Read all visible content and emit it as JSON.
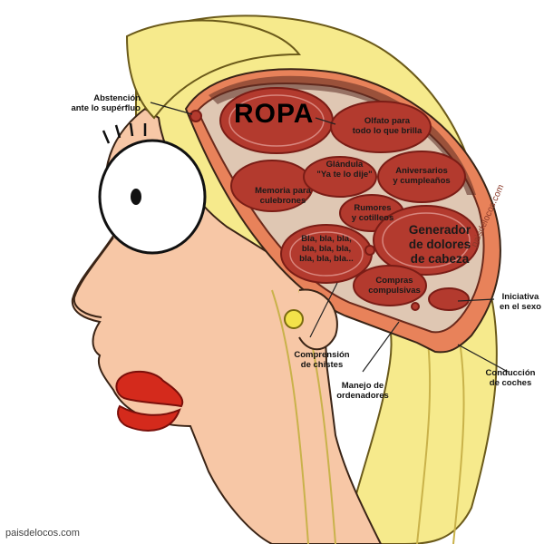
{
  "labels": {
    "ropa": "ROPA",
    "olfato": [
      "Olfato para",
      "todo lo que brilla"
    ],
    "abstencion": [
      "Abstención",
      "ante lo supérfluo"
    ],
    "glandula": [
      "Glándula",
      "\"Ya te lo dije\""
    ],
    "aniversarios": [
      "Aniversarios",
      "y cumpleaños"
    ],
    "memoria": [
      "Memoria para",
      "culebrones"
    ],
    "rumores": [
      "Rumores",
      "y cotilleos"
    ],
    "generador": [
      "Generador",
      "de dolores",
      "de cabeza"
    ],
    "bla": [
      "Bla, bla, bla,",
      "bla, bla, bla,",
      "bla, bla, bla..."
    ],
    "compras": [
      "Compras",
      "compulsivas"
    ],
    "iniciativa": [
      "Iniciativa",
      "en el sexo"
    ],
    "comprension": [
      "Comprensión",
      "de chistes"
    ],
    "manejo": [
      "Manejo de",
      "ordenadores"
    ],
    "conduccion": [
      "Conducción",
      "de coches"
    ]
  },
  "watermarks": {
    "footer": "paisdelocos.com",
    "skull": "paisdelocos.com"
  },
  "colors": {
    "hair": "#f6ea8c",
    "skin": "#f7c7a6",
    "skull": "#e8825a",
    "brain_bg": "#dfc7b3",
    "brain_lobe": "#a8322c",
    "lips": "#d42a1c"
  }
}
